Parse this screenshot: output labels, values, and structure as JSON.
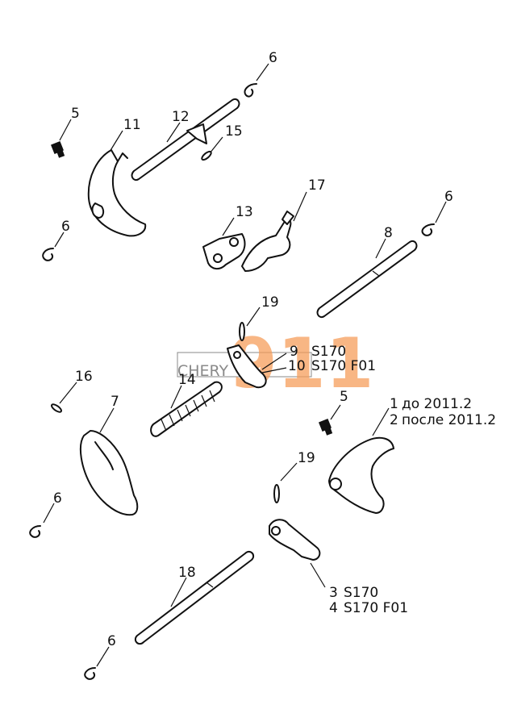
{
  "diagram": {
    "callouts": {
      "c5a": "5",
      "c11": "11",
      "c12": "12",
      "c15": "15",
      "c6a": "6",
      "c6b": "6",
      "c13": "13",
      "c17": "17",
      "c6c": "6",
      "c8": "8",
      "c19a": "19",
      "c9": "9",
      "c10": "10",
      "c16": "16",
      "c14": "14",
      "c7": "7",
      "c5b": "5",
      "c1": "1",
      "c2": "2",
      "c19b": "19",
      "c6d": "6",
      "c18": "18",
      "c3": "3",
      "c4": "4",
      "c6e": "6"
    },
    "variant_notes": {
      "n9": "S170",
      "n10": "S170 F01",
      "n1": "до 2011.2",
      "n2": "после 2011.2",
      "n3": "S170",
      "n4": "S170 F01"
    }
  },
  "watermark": {
    "brand": "CHERY",
    "number": "911",
    "color": "#f59a55"
  }
}
